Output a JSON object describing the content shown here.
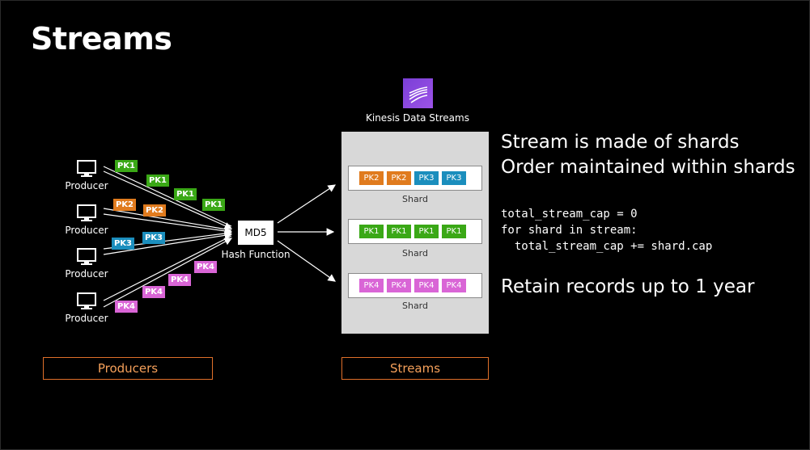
{
  "title": "Streams",
  "producers": {
    "labels": [
      "Producer",
      "Producer",
      "Producer",
      "Producer"
    ],
    "legend": "Producers"
  },
  "records": {
    "pk1": "PK1",
    "pk2": "PK2",
    "pk3": "PK3",
    "pk4": "PK4"
  },
  "hash": {
    "box_label": "MD5",
    "caption": "Hash Function"
  },
  "kinesis": {
    "service_label": "Kinesis Data Streams",
    "icon": "kinesis-data-streams-icon",
    "shards": [
      {
        "cells": [
          "PK2",
          "PK2",
          "PK3",
          "PK3"
        ],
        "colors": [
          "pk2",
          "pk2",
          "pk3",
          "pk3"
        ],
        "label": "Shard"
      },
      {
        "cells": [
          "PK1",
          "PK1",
          "PK1",
          "PK1"
        ],
        "colors": [
          "pk1",
          "pk1",
          "pk1",
          "pk1"
        ],
        "label": "Shard"
      },
      {
        "cells": [
          "PK4",
          "PK4",
          "PK4",
          "PK4"
        ],
        "colors": [
          "pk4",
          "pk4",
          "pk4",
          "pk4"
        ],
        "label": "Shard"
      }
    ],
    "legend": "Streams"
  },
  "info": {
    "line1": "Stream is made of shards",
    "line2": "Order maintained within shards",
    "code": "total_stream_cap = 0\nfor shard in stream:\n  total_stream_cap += shard.cap",
    "line3": "Retain records up to 1 year"
  },
  "colors": {
    "pk1": "#3aa816",
    "pk2": "#e07b1e",
    "pk3": "#1b8ebd",
    "pk4": "#d965d6",
    "legend_border": "#e0702a",
    "panel": "#d8d8d8"
  }
}
